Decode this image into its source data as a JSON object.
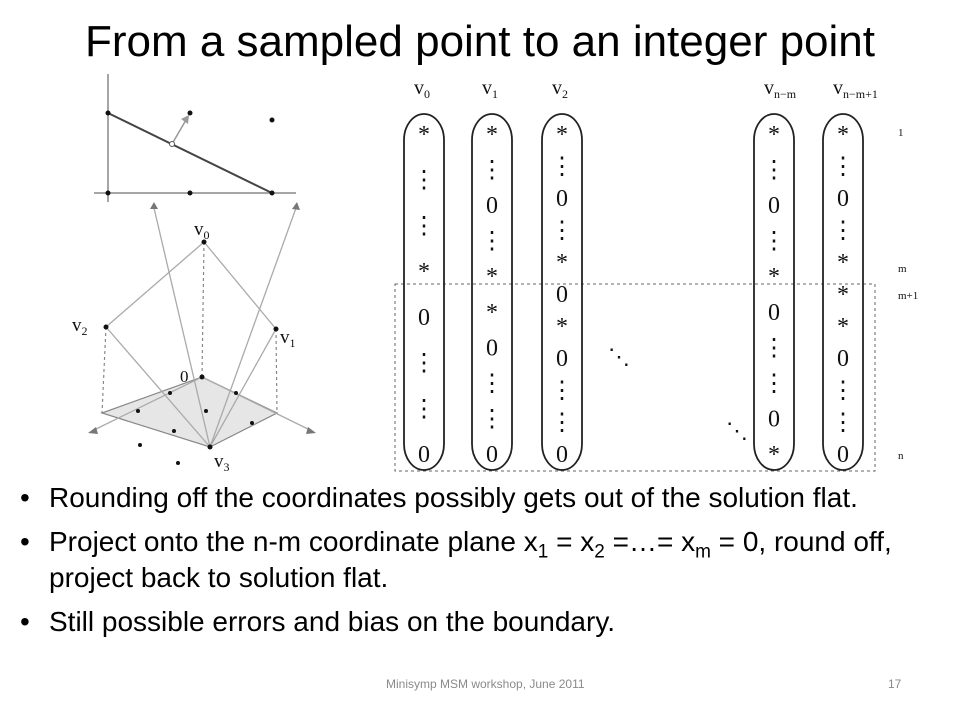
{
  "title": "From a sampled point to an integer point",
  "figures": {
    "projection_figure": {
      "labels": {
        "v0": "v",
        "v0_sub": "0",
        "v1": "v",
        "v1_sub": "1",
        "v2": "v",
        "v2_sub": "2",
        "v3": "v",
        "v3_sub": "3",
        "origin": "0"
      }
    },
    "matrix_figure": {
      "column_headers": [
        {
          "base": "v",
          "sub": "0"
        },
        {
          "base": "v",
          "sub": "1"
        },
        {
          "base": "v",
          "sub": "2"
        },
        {
          "base": "v",
          "sub": "n−m"
        },
        {
          "base": "v",
          "sub": "n−m+1"
        }
      ],
      "row_labels": [
        "1",
        "m",
        "m+1",
        "n"
      ],
      "columns": [
        [
          "*",
          "⋮",
          "⋮",
          "*",
          "0",
          "⋮",
          "⋮",
          "0"
        ],
        [
          "*",
          "⋮",
          "0",
          "⋮",
          "*",
          "*",
          "0",
          "⋮",
          "⋮",
          "0"
        ],
        [
          "*",
          "⋮",
          "0",
          "⋮",
          "*",
          "0",
          "*",
          "0",
          "⋮",
          "⋮",
          "0"
        ],
        [
          "*",
          "⋮",
          "0",
          "⋮",
          "*",
          "0",
          "⋮",
          "⋮",
          "0",
          "*"
        ],
        [
          "*",
          "⋮",
          "0",
          "⋮",
          "*",
          "*",
          "*",
          "0",
          "⋮",
          "⋮",
          "0"
        ]
      ],
      "ellipses": [
        "⋱",
        "⋱"
      ]
    }
  },
  "bullets": [
    {
      "parts": [
        "Rounding off the coordinates possibly gets out of the solution flat."
      ]
    },
    {
      "parts": [
        "Project onto the n-m coordinate plane x",
        "1",
        " = x",
        "2",
        " =…= x",
        "m",
        " = 0, round off, project back to solution flat."
      ]
    },
    {
      "parts": [
        "Still possible errors and bias on the boundary."
      ]
    }
  ],
  "footer": {
    "text": "Minisymp MSM workshop, June 2011",
    "page": "17"
  }
}
